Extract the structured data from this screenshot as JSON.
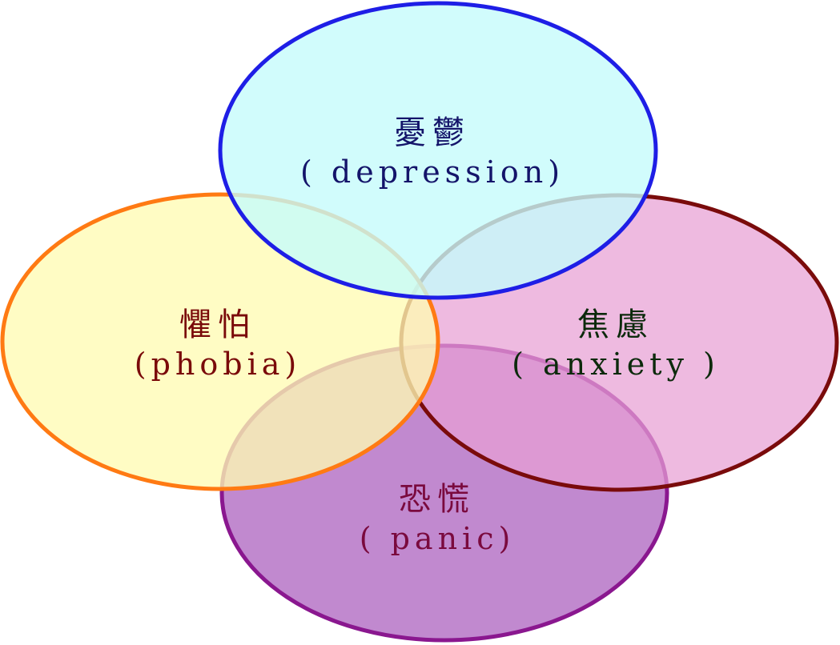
{
  "diagram": {
    "sets": [
      {
        "id": "panic",
        "label_zh": "恐慌",
        "label_en": "( panic)",
        "stroke_color": "#8a178f",
        "fill_color": "#b36fc4",
        "text_color": "#7a0a3e"
      },
      {
        "id": "anxiety",
        "label_zh": "焦慮",
        "label_en": "( anxiety )",
        "stroke_color": "#7a0b0b",
        "fill_color": "#e89fd4",
        "text_color": "#0c2a0c"
      },
      {
        "id": "phobia",
        "label_zh": "懼怕",
        "label_en": "(phobia)",
        "stroke_color": "#ff7a13",
        "fill_color": "#fffbb4",
        "text_color": "#7a0a0a"
      },
      {
        "id": "depression",
        "label_zh": "憂鬱",
        "label_en": "( depression)",
        "stroke_color": "#1e1ee6",
        "fill_color": "#c6fbfb",
        "text_color": "#14146a"
      }
    ]
  }
}
